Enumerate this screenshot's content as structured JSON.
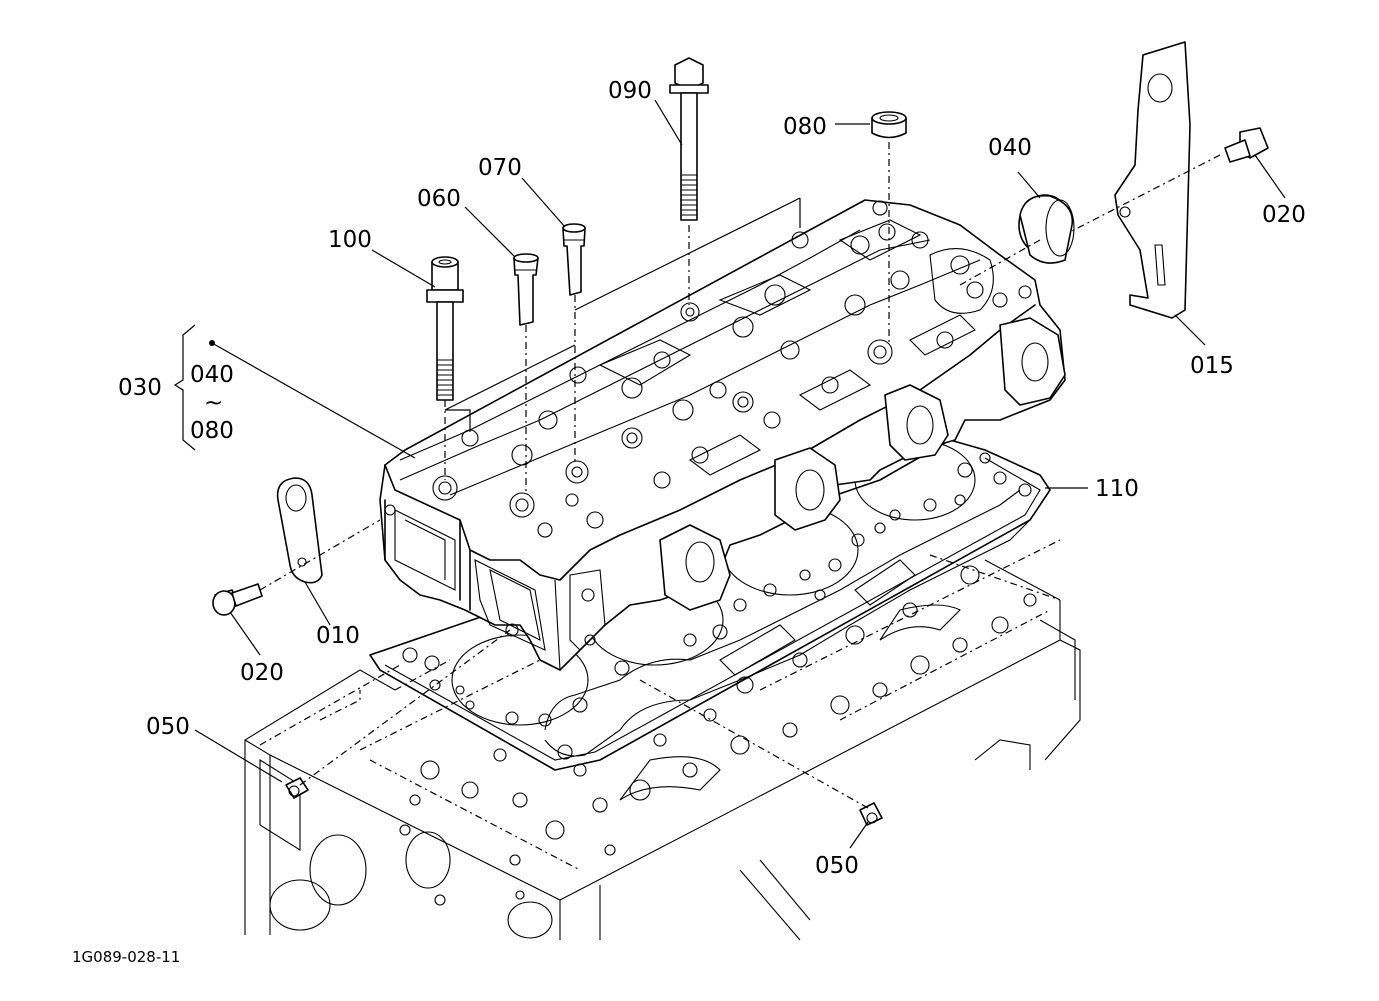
{
  "diagram": {
    "reference_code": "1G089-028-11",
    "labels": {
      "p010": "010",
      "p015": "015",
      "p020_left": "020",
      "p020_right": "020",
      "p030": "030",
      "p040_group": "040",
      "p040": "040",
      "p050_left": "050",
      "p050_right": "050",
      "p060": "060",
      "p070": "070",
      "p080_group": "080",
      "p080": "080",
      "p090": "090",
      "p100": "100",
      "p110": "110",
      "range_sign": "~"
    }
  }
}
